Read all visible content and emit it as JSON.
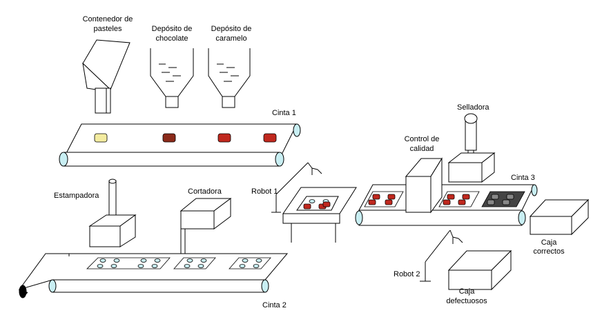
{
  "labels": {
    "contenedor_line1": "Contenedor de",
    "contenedor_line2": "pasteles",
    "chocolate_line1": "Depósito de",
    "chocolate_line2": "chocolate",
    "caramelo_line1": "Depósito de",
    "caramelo_line2": "caramelo",
    "cinta1": "Cinta 1",
    "cinta2": "Cinta 2",
    "cinta3": "Cinta 3",
    "estampadora": "Estampadora",
    "cortadora": "Cortadora",
    "robot1": "Robot 1",
    "robot2": "Robot 2",
    "control_line1": "Control de",
    "control_line2": "calidad",
    "selladora": "Selladora",
    "caja_correctos_line1": "Caja",
    "caja_correctos_line2": "correctos",
    "caja_defectuosos_line1": "Caja",
    "caja_defectuosos_line2": "defectuosos"
  },
  "colors": {
    "belt_end": "#c8eef2",
    "pastry_plain": "#f4eca0",
    "pastry_chocolate": "#8b2a1a",
    "pastry_caramel": "#c0281e",
    "pastry_sealed": "#777777",
    "dough_hole": "#c8eef2",
    "line": "#000000"
  }
}
